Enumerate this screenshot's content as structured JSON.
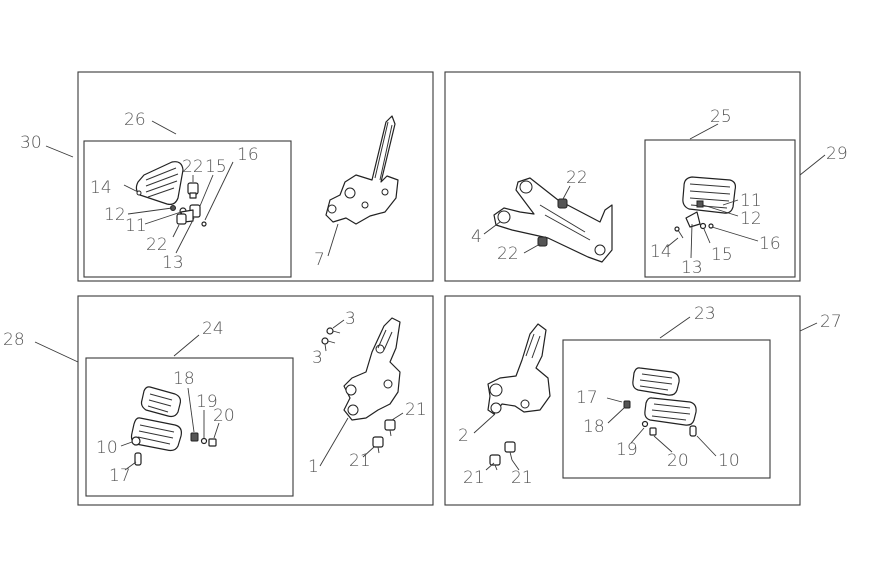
{
  "panels": {
    "top_left": {
      "labels": [
        "30",
        "26",
        "22",
        "15",
        "16",
        "14",
        "12",
        "11",
        "22",
        "13",
        "7"
      ]
    },
    "top_right": {
      "labels": [
        "25",
        "29",
        "22",
        "11",
        "4",
        "12",
        "22",
        "16",
        "14",
        "15",
        "13"
      ]
    },
    "bottom_left": {
      "labels": [
        "28",
        "24",
        "3",
        "3",
        "18",
        "19",
        "20",
        "21",
        "10",
        "17",
        "21",
        "1"
      ]
    },
    "bottom_right": {
      "labels": [
        "23",
        "27",
        "17",
        "18",
        "2",
        "19",
        "20",
        "10",
        "21",
        "21"
      ]
    }
  }
}
